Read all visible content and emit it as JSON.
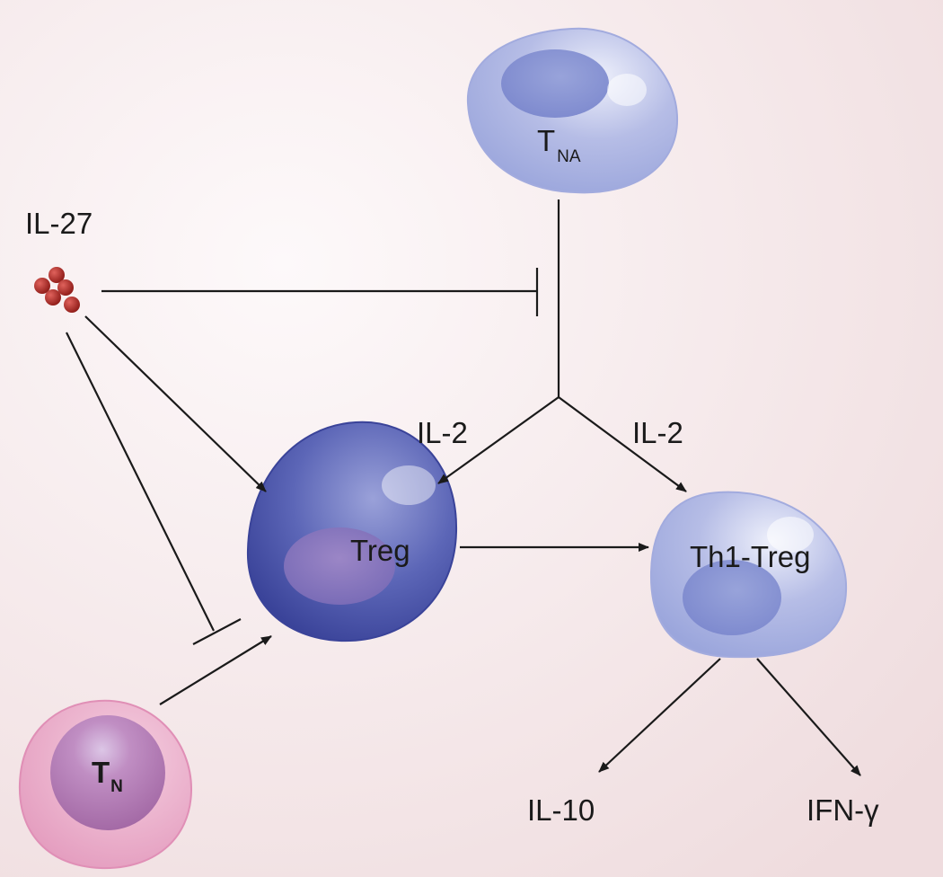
{
  "labels": {
    "il27": "IL-27",
    "tna_main": "T",
    "tna_sub": "NA",
    "il2_left": "IL-2",
    "il2_right": "IL-2",
    "treg": "Treg",
    "th1treg": "Th1-Treg",
    "tn_main": "T",
    "tn_sub": "N",
    "il10": "IL-10",
    "ifng": "IFN-γ"
  },
  "colors": {
    "background_center": "#fdf9fa",
    "background_edge": "#efdcde",
    "treg_cell": "#4f58ad",
    "tna_cell": "#a7afe0",
    "th1treg_cell": "#a9b3e2",
    "tn_cell": "#e6a3c3",
    "tn_nucleus": "#b476ae",
    "il27_particle": "#a5231f",
    "line": "#1a1a1a"
  }
}
